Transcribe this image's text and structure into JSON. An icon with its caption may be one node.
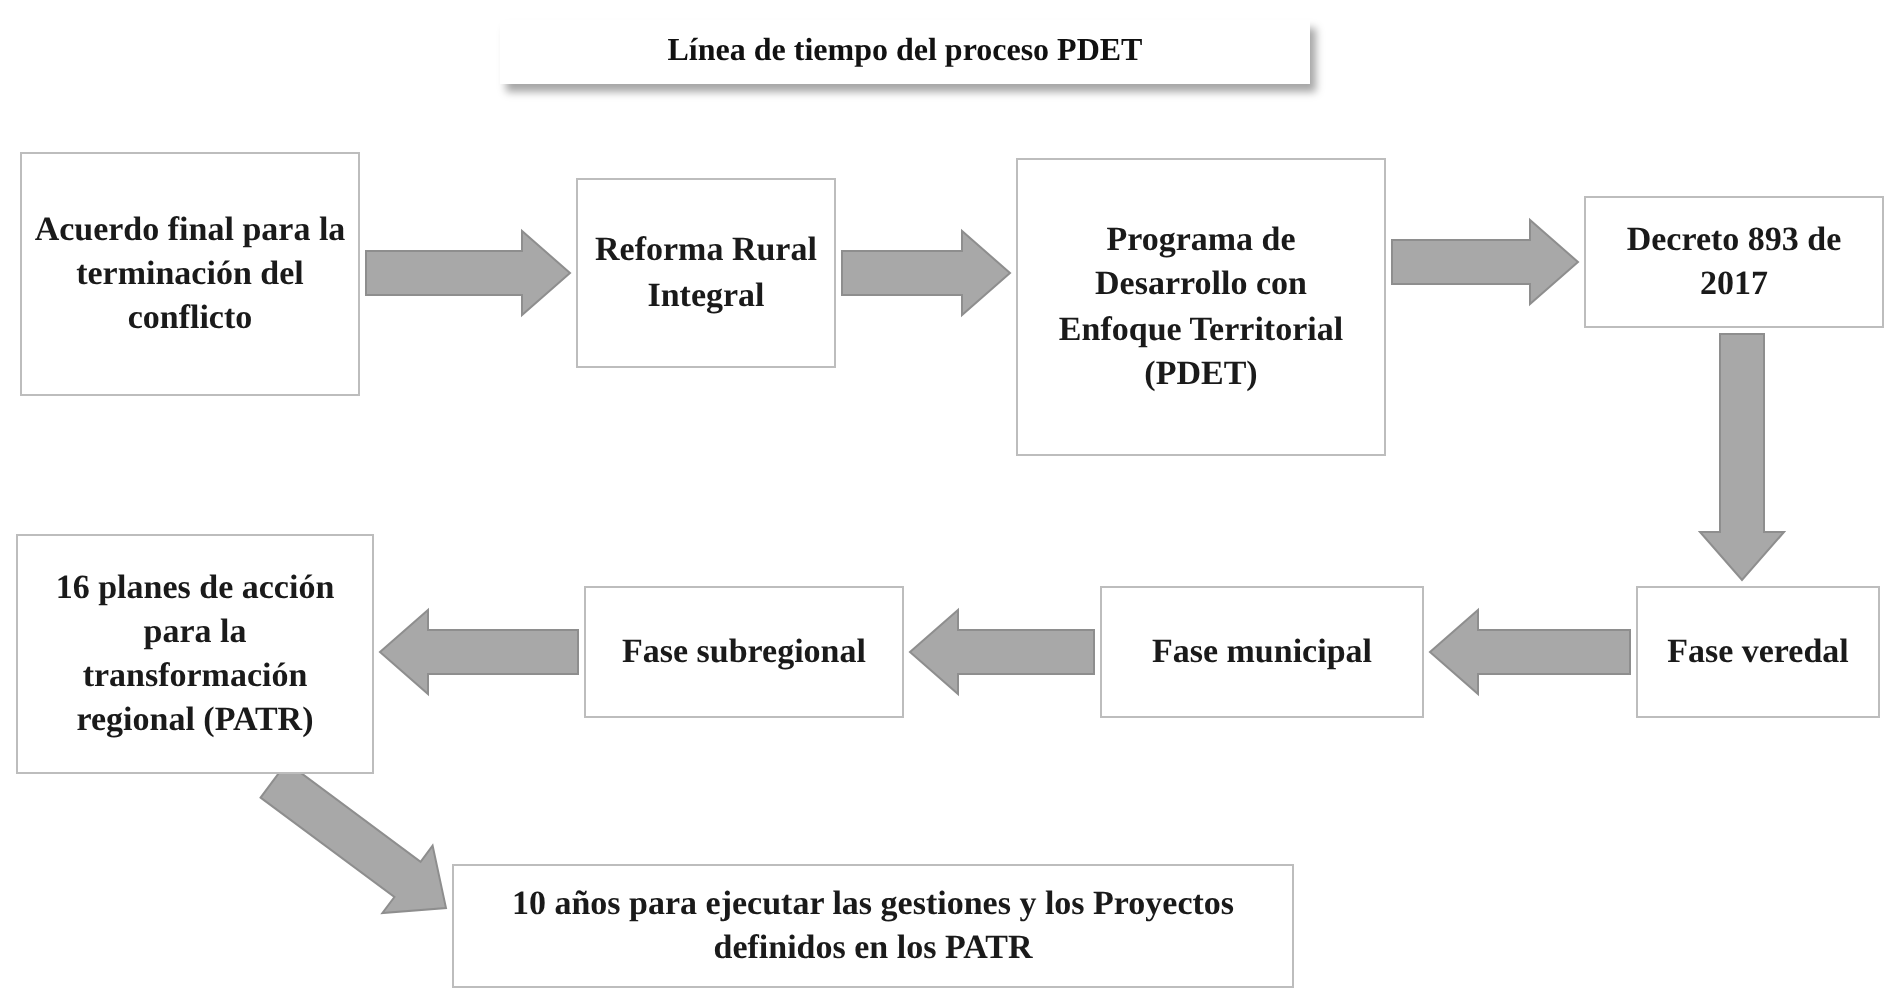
{
  "diagram": {
    "title": "Línea de tiempo del proceso PDET",
    "nodes": [
      {
        "text": [
          "Acuerdo final para la terminación del conflicto"
        ]
      },
      {
        "text": [
          "Reforma Rural Integral"
        ]
      },
      {
        "text": [
          "Programa de Desarrollo con Enfoque Territorial (PDET)"
        ]
      },
      {
        "text": [
          "Decreto 893 de 2017"
        ]
      },
      {
        "text": [
          "Fase veredal"
        ]
      },
      {
        "text": [
          "Fase municipal"
        ]
      },
      {
        "text": [
          "Fase subregional"
        ]
      },
      {
        "text": [
          "16 planes de acción para la transformación regional (PATR)"
        ]
      },
      {
        "text": [
          "10 años para ejecutar las gestiones y los Proyectos definidos en los PATR"
        ]
      }
    ],
    "edges": [
      {
        "from": 0,
        "to": 1,
        "arrow": "to"
      },
      {
        "from": 1,
        "to": 2,
        "arrow": "to"
      },
      {
        "from": 2,
        "to": 3,
        "arrow": "to"
      },
      {
        "from": 3,
        "to": 4,
        "arrow": "to"
      },
      {
        "from": 4,
        "to": 5,
        "arrow": "to"
      },
      {
        "from": 5,
        "to": 6,
        "arrow": "to"
      },
      {
        "from": 6,
        "to": 7,
        "arrow": "to"
      },
      {
        "from": 7,
        "to": 8,
        "arrow": "to"
      }
    ]
  }
}
